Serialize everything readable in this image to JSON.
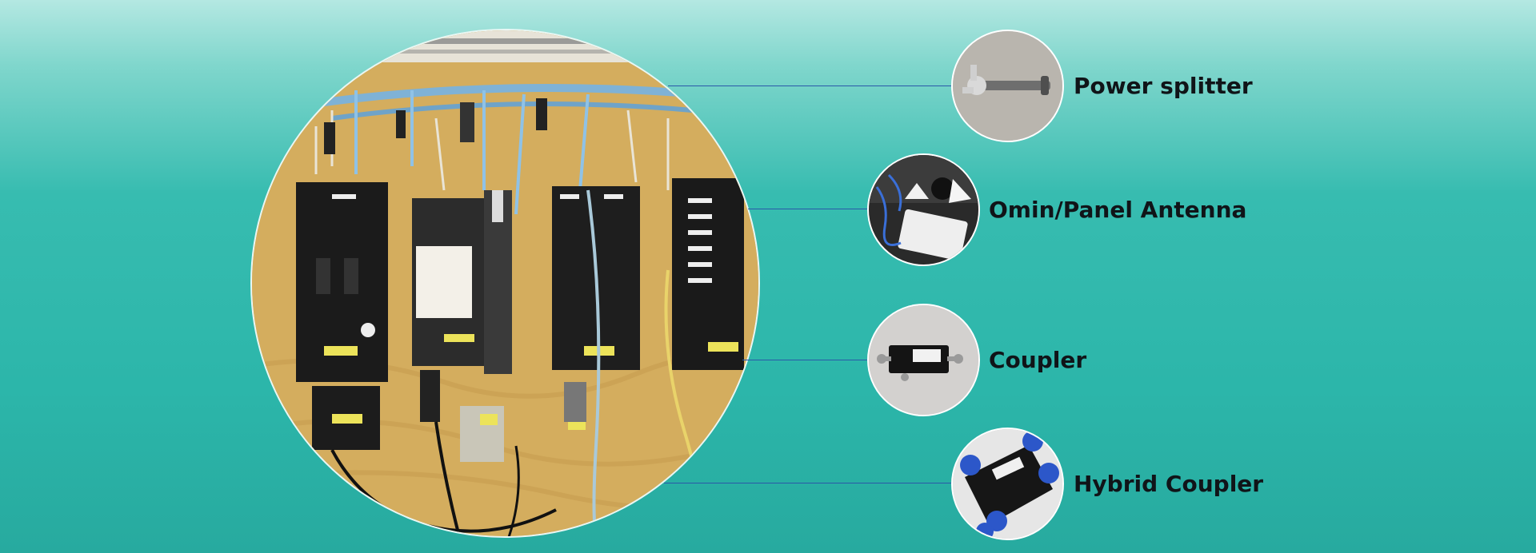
{
  "components": [
    {
      "name": "power-splitter",
      "label": "Power splitter"
    },
    {
      "name": "omni-panel-antenna",
      "label": "Omin/Panel Antenna"
    },
    {
      "name": "coupler",
      "label": "Coupler"
    },
    {
      "name": "hybrid-coupler",
      "label": "Hybrid Coupler"
    }
  ],
  "colors": {
    "background_top": "#b4e8e2",
    "background_bottom": "#27aa9f",
    "connector_line": "#2a58a8",
    "board": "#d7b366"
  }
}
